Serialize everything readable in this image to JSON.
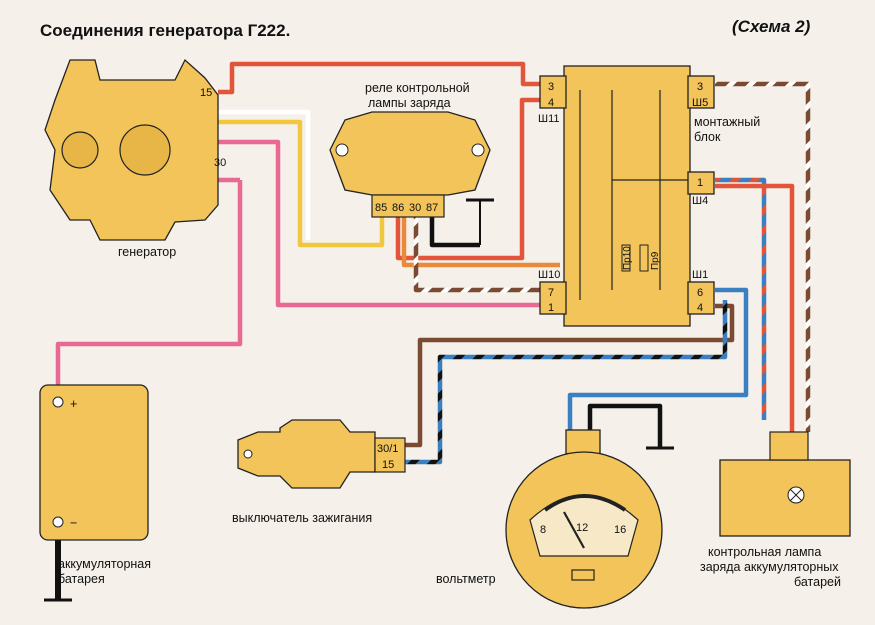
{
  "title": "Соединения генератора Г222.",
  "scheme": "(Схема 2)",
  "generator": {
    "terminal_15": "15",
    "terminal_30": "30"
  },
  "relay": {
    "pins": [
      "85",
      "86",
      "30",
      "87"
    ]
  },
  "block": {
    "left_top": [
      "3",
      "4"
    ],
    "sh11": "Ш11",
    "sh10": "Ш10",
    "left_bottom": [
      "7",
      "1"
    ],
    "right_top": "3",
    "sh5": "Ш5",
    "right_mid": "1",
    "sh4": "Ш4",
    "sh1": "Ш1",
    "right_bottom": [
      "6",
      "4"
    ],
    "fuse_1": "Пр10",
    "fuse_2": "Пр9"
  },
  "battery": {
    "plus": "+",
    "minus": "−"
  },
  "ignition": {
    "pin_1": "30/1",
    "pin_2": "15"
  },
  "voltmeter": {
    "scale": [
      "8",
      "12",
      "16"
    ]
  },
  "labels": {
    "generator": "генератор",
    "relay_1": "реле контрольной",
    "relay_2": "лампы заряда",
    "block_1": "монтажный",
    "block_2": "блок",
    "ignition": "выключатель зажигания",
    "voltmeter": "вольтметр",
    "battery_1": "аккумуляторная",
    "battery_2": "батарея",
    "lamp_1": "контрольная лампа",
    "lamp_2": "заряда аккумуляторных",
    "lamp_3": "батарей"
  }
}
